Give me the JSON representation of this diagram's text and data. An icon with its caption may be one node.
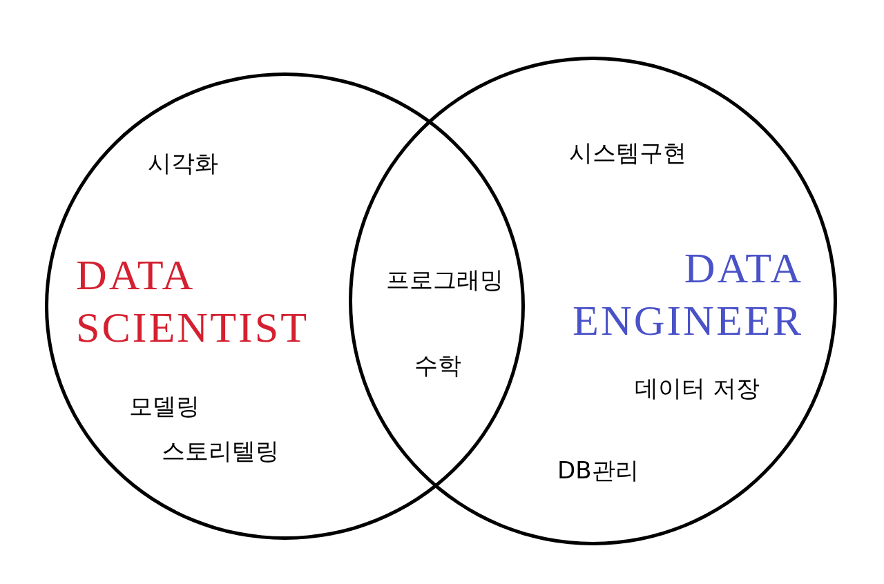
{
  "diagram": {
    "nodes": [
      {
        "text": [
          "DATA SCIENTIST"
        ]
      },
      {
        "text": [
          "DATA ENGINEER"
        ]
      }
    ],
    "edges": [],
    "labels": [
      "시각화",
      "시스템구현",
      "프로그래밍",
      "수학",
      "데이터 저장",
      "모델링",
      "스토리텔링",
      "DB관리"
    ]
  }
}
